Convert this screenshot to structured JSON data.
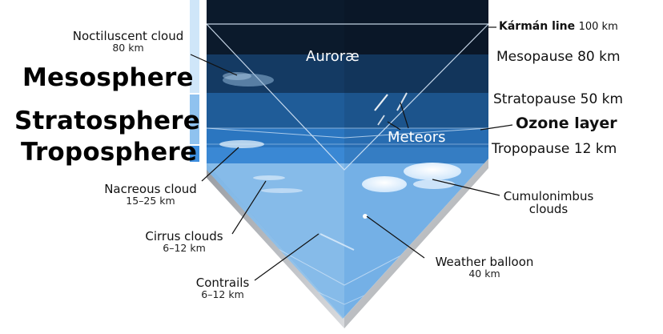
{
  "layers": {
    "mesosphere": "Mesosphere",
    "stratosphere": "Stratosphere",
    "troposphere": "Troposphere"
  },
  "boundaries": {
    "karman": {
      "name": "Kármán line",
      "alt": "100 km"
    },
    "mesopause": {
      "name": "Mesopause",
      "alt": "80 km"
    },
    "stratopause": {
      "name": "Stratopause",
      "alt": "50 km"
    },
    "ozone": {
      "name": "Ozone layer"
    },
    "tropopause": {
      "name": "Tropopause",
      "alt": "12 km"
    }
  },
  "features": {
    "aurorae": "Auroræ",
    "meteors": "Meteors",
    "noctilucent": {
      "name": "Noctiluscent cloud",
      "alt": "80 km"
    },
    "nacreous": {
      "name": "Nacreous cloud",
      "alt": "15–25 km"
    },
    "cirrus": {
      "name": "Cirrus clouds",
      "alt": "6–12 km"
    },
    "contrails": {
      "name": "Contrails",
      "alt": "6–12 km"
    },
    "cumulonimbus": {
      "name": "Cumulonimbus",
      "name2": "clouds"
    },
    "balloon": {
      "name": "Weather balloon",
      "alt": "40 km"
    }
  },
  "colors": {
    "troposphere_band": "#3f8fe0",
    "stratosphere_band": "#7fb8ec",
    "mesosphere_band": "#c6e2f8",
    "space": "#0b1a2c"
  }
}
